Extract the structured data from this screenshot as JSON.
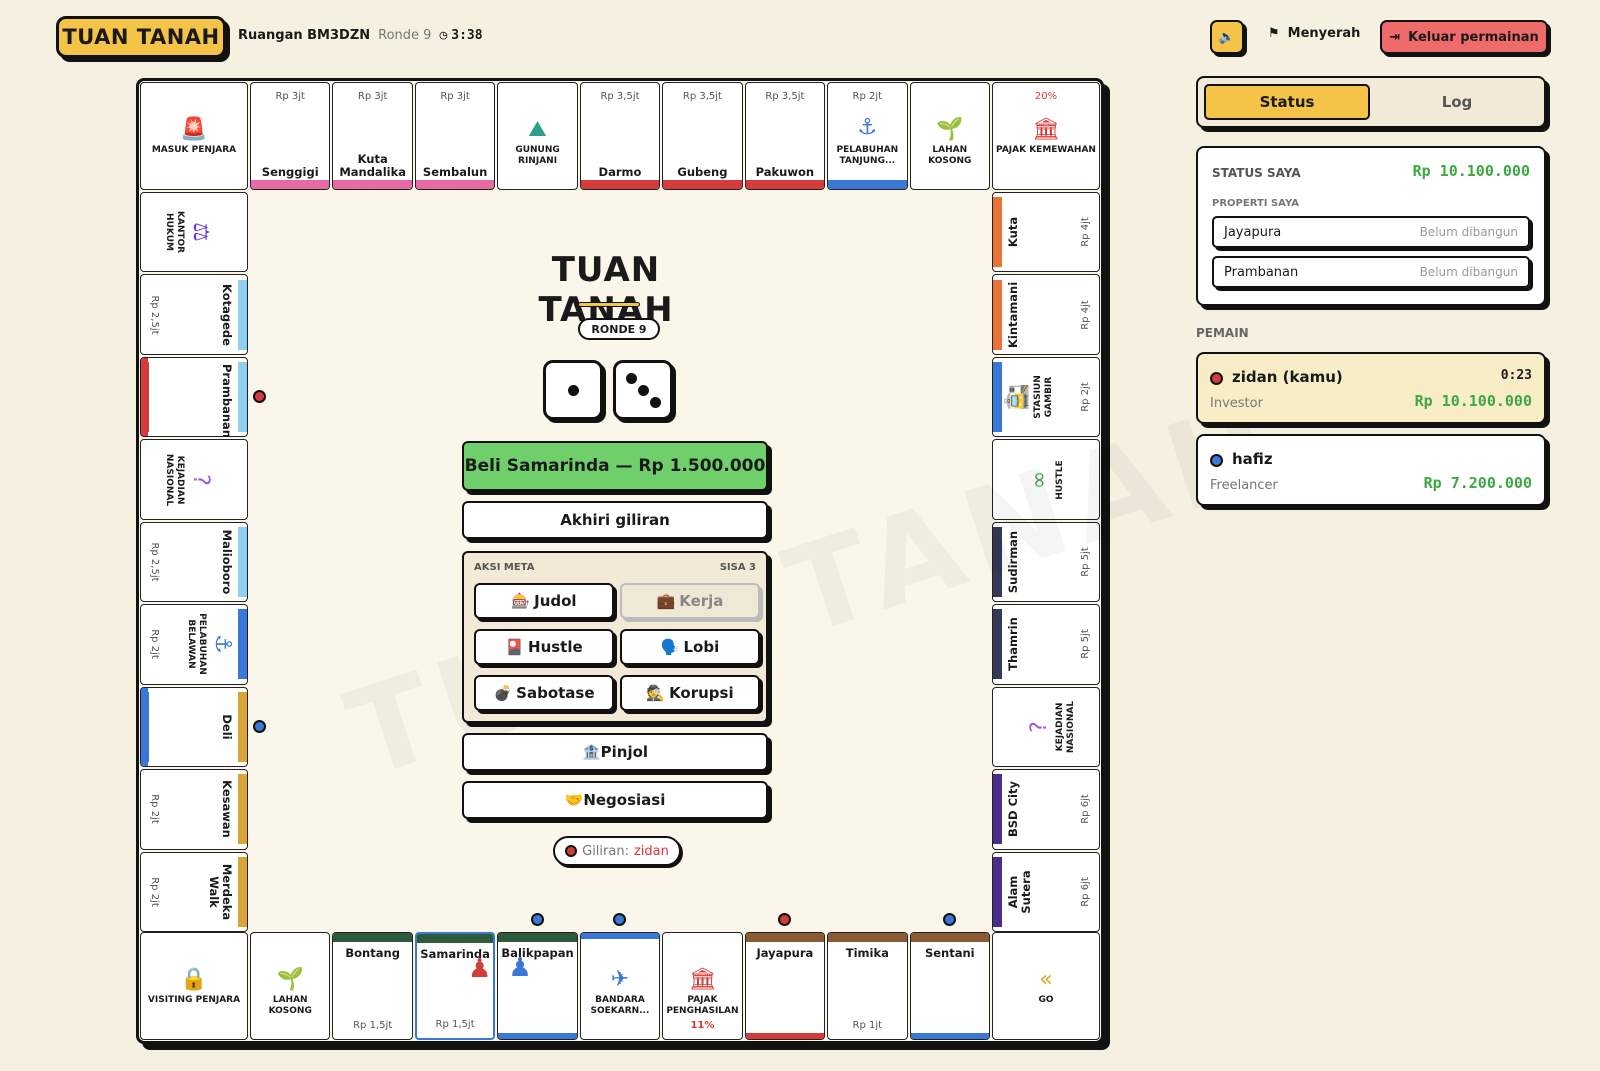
{
  "header": {
    "logo": "TUAN TANAH",
    "room": "Ruangan BM3DZN",
    "round": "Ronde 9",
    "timer": "3:38",
    "surrender": "Menyerah",
    "leave": "Keluar permainan"
  },
  "board": {
    "title": "TUAN TANAH",
    "round_pill": "RONDE 9",
    "buy_label": "Beli Samarinda — Rp 1.500.000",
    "end_label": "Akhiri giliran",
    "meta": {
      "title": "AKSI META",
      "remaining": "SISA 3",
      "actions": [
        {
          "icon": "🎰",
          "label": "Judol"
        },
        {
          "icon": "💼",
          "label": "Kerja"
        },
        {
          "icon": "🎴",
          "label": "Hustle"
        },
        {
          "icon": "🗣️",
          "label": "Lobi"
        },
        {
          "icon": "💣",
          "label": "Sabotase"
        },
        {
          "icon": "🕵️",
          "label": "Korupsi"
        }
      ]
    },
    "pinjol": "Pinjol",
    "pinjol_icon": "🏦",
    "nego": "Negosiasi",
    "nego_icon": "🤝",
    "turn_prefix": "Giliran:",
    "turn_player": "zidan",
    "watermark": "TUAN TANAH",
    "top": [
      {
        "type": "special",
        "label": "MASUK PENJARA",
        "icon": "🚨"
      },
      {
        "type": "prop",
        "name": "Senggigi",
        "price": "Rp 3jt",
        "color": "#e86aa3"
      },
      {
        "type": "prop",
        "name": "Kuta Mandalika",
        "price": "Rp 3jt",
        "color": "#e86aa3"
      },
      {
        "type": "prop",
        "name": "Sembalun",
        "price": "Rp 3jt",
        "color": "#e86aa3"
      },
      {
        "type": "special",
        "label": "GUNUNG RINJANI",
        "icon": "⛰"
      },
      {
        "type": "prop",
        "name": "Darmo",
        "price": "Rp 3,5jt",
        "color": "#d63b3b"
      },
      {
        "type": "prop",
        "name": "Gubeng",
        "price": "Rp 3,5jt",
        "color": "#d63b3b"
      },
      {
        "type": "prop",
        "name": "Pakuwon",
        "price": "Rp 3,5jt",
        "color": "#d63b3b"
      },
      {
        "type": "prop",
        "name": "PELABUHAN TANJUNG...",
        "price": "Rp 2jt",
        "color": "#3a78d8",
        "special": true,
        "icon": "⚓"
      },
      {
        "type": "special",
        "label": "LAHAN KOSONG",
        "icon": "🌱"
      },
      {
        "type": "special",
        "label": "PAJAK KEMEWAHAN",
        "icon": "🏛",
        "top": "20%"
      }
    ],
    "left": [
      {
        "type": "special",
        "label": "KANTOR HUKUM",
        "icon": "⚖"
      },
      {
        "type": "prop",
        "name": "Kotagede",
        "price": "Rp 2,5jt",
        "color": "#8fd0f0"
      },
      {
        "type": "prop",
        "name": "Prambanan",
        "price": "",
        "color": "#8fd0f0",
        "owner": "#d63b3b"
      },
      {
        "type": "special",
        "label": "KEJADIAN NASIONAL",
        "icon": "?"
      },
      {
        "type": "prop",
        "name": "Malioboro",
        "price": "Rp 2,5jt",
        "color": "#8fd0f0"
      },
      {
        "type": "prop",
        "name": "PELABUHAN BELAWAN",
        "price": "Rp 2jt",
        "color": "#3a78d8",
        "special": true,
        "icon": "⚓"
      },
      {
        "type": "prop",
        "name": "Deli",
        "price": "",
        "color": "#d9a53a",
        "owner": "#3a78d8"
      },
      {
        "type": "prop",
        "name": "Kesawan",
        "price": "Rp 2jt",
        "color": "#d9a53a"
      },
      {
        "type": "prop",
        "name": "Merdeka Walk",
        "price": "Rp 2jt",
        "color": "#d9a53a"
      }
    ],
    "right": [
      {
        "type": "prop",
        "name": "Kuta",
        "price": "Rp 4jt",
        "color": "#e8743a"
      },
      {
        "type": "prop",
        "name": "Kintamani",
        "price": "Rp 4jt",
        "color": "#e8743a"
      },
      {
        "type": "prop",
        "name": "STASIUN GAMBIR",
        "price": "Rp 2jt",
        "color": "#3a78d8",
        "special": true,
        "icon": "🚉"
      },
      {
        "type": "special",
        "label": "HUSTLE",
        "icon": "∞"
      },
      {
        "type": "prop",
        "name": "Sudirman",
        "price": "Rp 5jt",
        "color": "#333a55"
      },
      {
        "type": "prop",
        "name": "Thamrin",
        "price": "Rp 5jt",
        "color": "#333a55"
      },
      {
        "type": "special",
        "label": "KEJADIAN NASIONAL",
        "icon": "?"
      },
      {
        "type": "prop",
        "name": "BSD City",
        "price": "Rp 6jt",
        "color": "#4a2c8c"
      },
      {
        "type": "prop",
        "name": "Alam Sutera",
        "price": "Rp 6jt",
        "color": "#4a2c8c"
      }
    ],
    "bottom": [
      {
        "type": "special",
        "label": "VISITING PENJARA",
        "icon": "🔒"
      },
      {
        "type": "special",
        "label": "LAHAN KOSONG",
        "icon": "🌱"
      },
      {
        "type": "prop",
        "name": "Bontang",
        "price": "Rp 1,5jt",
        "color": "#2d5a3a"
      },
      {
        "type": "prop",
        "name": "Samarinda",
        "price": "Rp 1,5jt",
        "color": "#2d5a3a",
        "pawns": true
      },
      {
        "type": "prop",
        "name": "Balikpapan",
        "price": "",
        "color": "#2d5a3a",
        "owner": "#3a78d8",
        "bottombar": "#3a78d8",
        "pawn": true
      },
      {
        "type": "special",
        "label": "BANDARA SOEKARN...",
        "icon": "✈",
        "topbar": "#3a78d8",
        "bottombar": "#3a78d8",
        "owner": "#3a78d8"
      },
      {
        "type": "special",
        "label": "PAJAK PENGHASILAN",
        "icon": "🏛",
        "bottom": "11%"
      },
      {
        "type": "prop",
        "name": "Jayapura",
        "price": "",
        "color": "#8a5a32",
        "owner": "#d63b3b",
        "bottombar": "#d63b3b"
      },
      {
        "type": "prop",
        "name": "Timika",
        "price": "Rp 1jt",
        "color": "#8a5a32"
      },
      {
        "type": "prop",
        "name": "Sentani",
        "price": "",
        "color": "#8a5a32",
        "owner": "#3a78d8",
        "bottombar": "#3a78d8"
      },
      {
        "type": "special",
        "label": "GO",
        "icon": "«"
      }
    ]
  },
  "sidebar": {
    "tab_status": "Status",
    "tab_log": "Log",
    "status_title": "STATUS SAYA",
    "money": "Rp 10.100.000",
    "props_title": "PROPERTI SAYA",
    "props": [
      {
        "name": "Jayapura",
        "state": "Belum dibangun"
      },
      {
        "name": "Prambanan",
        "state": "Belum dibangun"
      }
    ],
    "players_title": "PEMAIN",
    "players": [
      {
        "name": "zidan (kamu)",
        "role": "Investor",
        "money": "Rp 10.100.000",
        "timer": "0:23",
        "color": "#d63b3b"
      },
      {
        "name": "hafiz",
        "role": "Freelancer",
        "money": "Rp 7.200.000",
        "timer": "",
        "color": "#3a78d8"
      }
    ]
  },
  "colors": {
    "accent": "#f3c447",
    "buy": "#6fcf6a",
    "danger": "#ef6b6b",
    "money": "#3ea744"
  }
}
